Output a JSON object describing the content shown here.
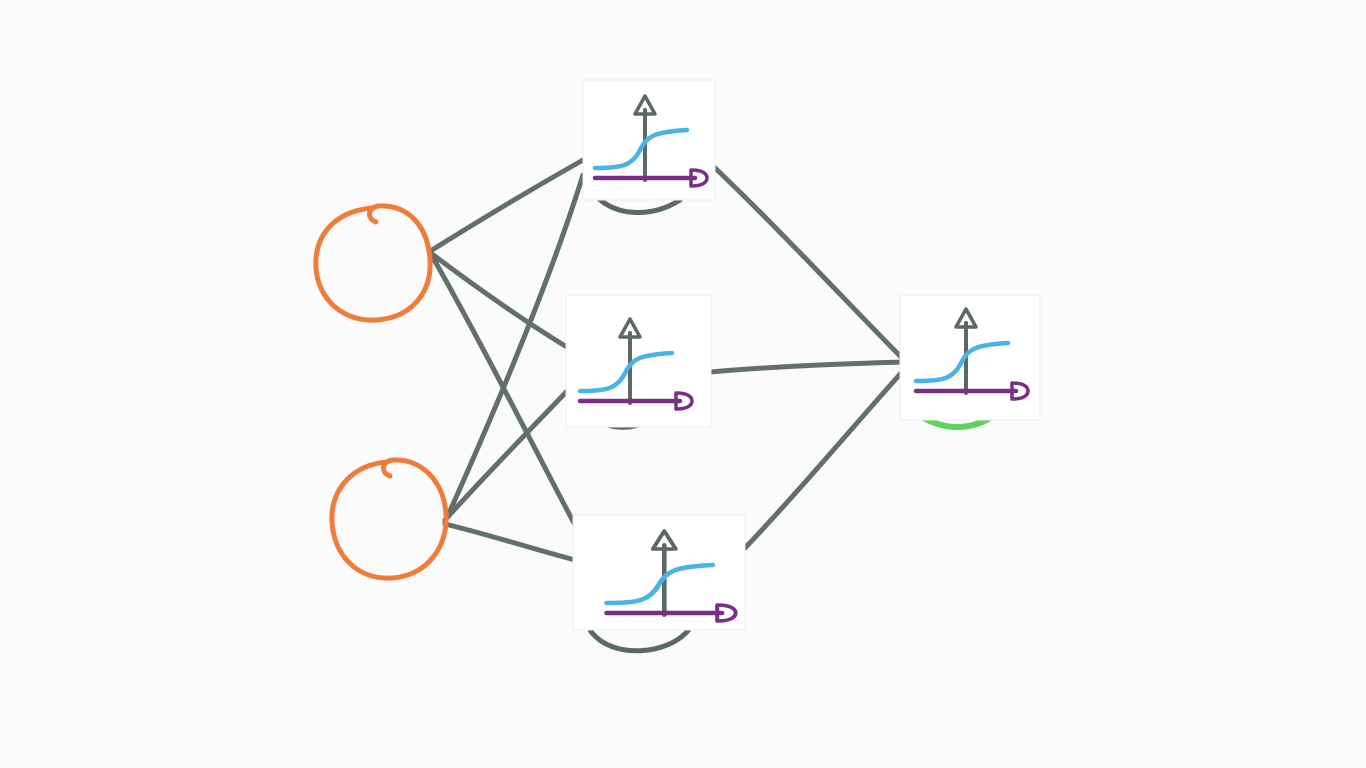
{
  "diagram": {
    "type": "neural-network",
    "colors": {
      "background": "#fbfbfb",
      "connection": "#5a6866",
      "input_node": "#f07c3c",
      "sigmoid_curve": "#4ab3e6",
      "x_axis": "#7a2f86",
      "y_axis": "#5a6866",
      "paper": "#ffffff",
      "output_bias_arc": "#5ed25e"
    },
    "layers": [
      {
        "name": "input",
        "node_count": 2,
        "node_kind": "circle"
      },
      {
        "name": "hidden",
        "node_count": 3,
        "node_kind": "sigmoid-card"
      },
      {
        "name": "output",
        "node_count": 1,
        "node_kind": "sigmoid-card"
      }
    ],
    "connections": {
      "input_to_hidden": [
        [
          0,
          0
        ],
        [
          0,
          1
        ],
        [
          0,
          2
        ],
        [
          1,
          0
        ],
        [
          1,
          1
        ],
        [
          1,
          2
        ]
      ],
      "hidden_to_output": [
        [
          0,
          0
        ],
        [
          1,
          0
        ],
        [
          2,
          0
        ]
      ]
    }
  }
}
